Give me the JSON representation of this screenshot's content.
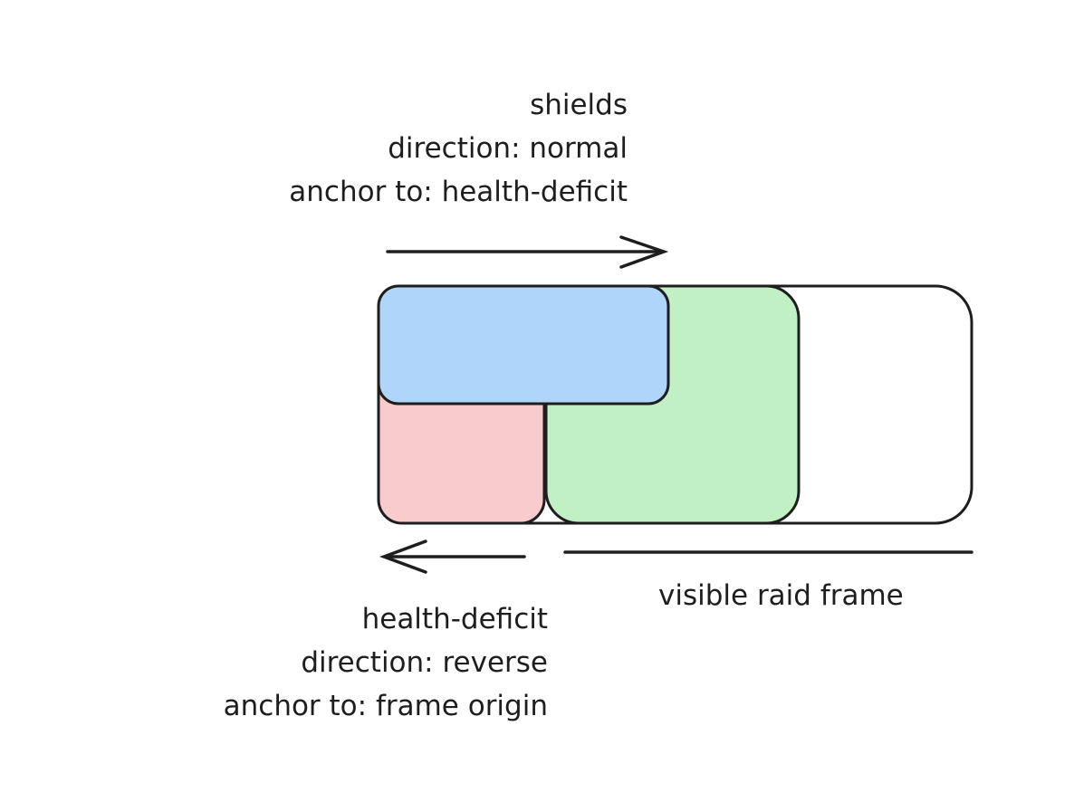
{
  "shields_label": {
    "title": "shields",
    "direction": "direction: normal",
    "anchor": "anchor to: health-deficit"
  },
  "health_deficit_label": {
    "title": "health-deficit",
    "direction": "direction: reverse",
    "anchor": "anchor to: frame origin"
  },
  "frame_label": "visible raid frame",
  "colors": {
    "shields": "#b0d5fa",
    "health_deficit": "#f8cbcc",
    "health": "#c0f0c4",
    "stroke": "#1e1e1e"
  }
}
